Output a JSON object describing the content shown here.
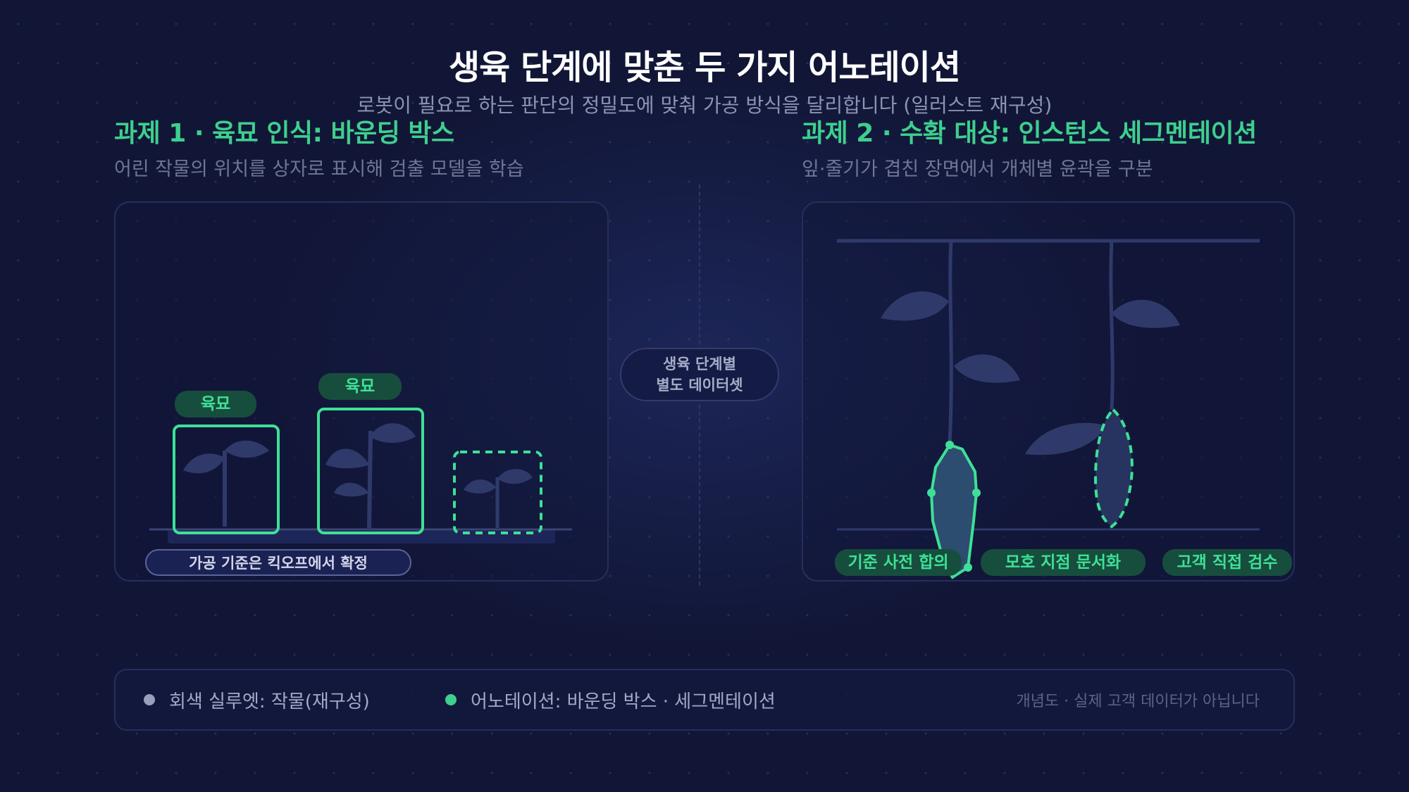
{
  "title": "생육 단계에 맞춘 두 가지 어노테이션",
  "subtitle": "로봇이 필요로 하는 판단의 정밀도에 맞춰 가공 방식을 달리합니다 (일러스트 재구성)",
  "left": {
    "heading": "과제 1 · 육묘 인식: 바운딩 박스",
    "description": "어린 작물의 위치를 상자로 표시해 검출 모델을 학습",
    "box_labels": [
      "육묘",
      "육묘"
    ],
    "note": "가공 기준은 킥오프에서 확정"
  },
  "center": {
    "line1": "생육 단계별",
    "line2": "별도 데이터셋"
  },
  "right": {
    "heading": "과제 2 · 수확 대상: 인스턴스 세그멘테이션",
    "description": "잎·줄기가 겹친 장면에서 개체별 윤곽을 구분",
    "steps": [
      "기준 사전 합의",
      "모호 지점 문서화",
      "고객 직접 검수"
    ]
  },
  "legend": {
    "gray": "회색 실루엣: 작물(재구성)",
    "green": "어노테이션: 바운딩 박스 · 세그멘테이션",
    "note": "개념도 · 실제 고객 데이터가 아닙니다"
  },
  "colors": {
    "accent_green": "#3ecf8e",
    "silhouette": "#2f3a6b",
    "panel_border": "#262e5c",
    "background": "#111636"
  }
}
